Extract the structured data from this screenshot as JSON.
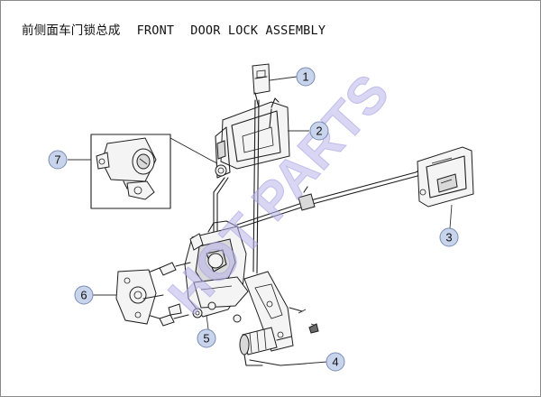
{
  "title": {
    "chinese": "前侧面车门锁总成",
    "english_1": "FRONT",
    "english_2": "DOOR LOCK ASSEMBLY"
  },
  "callouts": [
    "1",
    "2",
    "3",
    "4",
    "5",
    "6",
    "7"
  ],
  "watermark": "HOT PARTS",
  "colors": {
    "callout_fill": "#c7d4ec",
    "callout_stroke": "#7b8cb4",
    "watermark": "#b9b4ea",
    "line_art": "#1e1e1e"
  }
}
